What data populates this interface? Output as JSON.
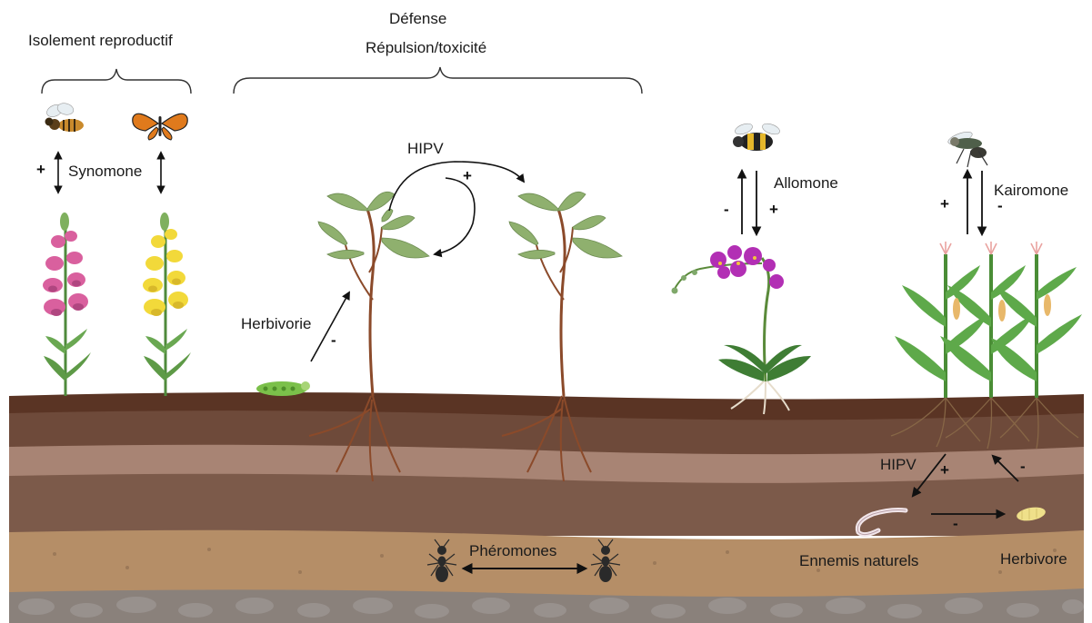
{
  "labels": {
    "isolement": "Isolement reproductif",
    "defense": "Défense",
    "repulsion": "Répulsion/toxicité",
    "synomone": "Synomone",
    "hipv_top": "HIPV",
    "allomone": "Allomone",
    "kairomone": "Kairomone",
    "herbivorie": "Herbivorie",
    "pheromones": "Phéromones",
    "hipv_bottom": "HIPV",
    "ennemis": "Ennemis naturels",
    "herbivore": "Herbivore"
  },
  "signs": {
    "synomone": "+",
    "hipv_loop": "+",
    "herbivorie": "-",
    "allomone_up": "-",
    "allomone_down": "+",
    "kairomone_up": "+",
    "kairomone_down": "-",
    "hipv_bottom": "+",
    "herbivore_up": "-",
    "enemy_herbivore": "-"
  },
  "colors": {
    "pink_flower": "#d9609e",
    "yellow_flower": "#f2d93a",
    "orchid": "#b22fb4",
    "leaf": "#7fa86a",
    "stem": "#7b3f22",
    "soil_top": "#5a3424",
    "soil_light": "#a88474",
    "soil_sand": "#b58e67"
  }
}
